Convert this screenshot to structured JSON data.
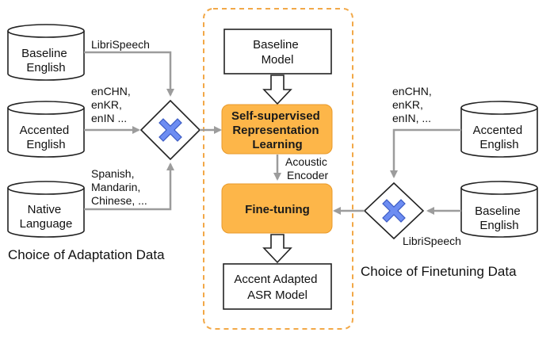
{
  "adaptation": {
    "db_baseline": [
      "Baseline",
      "English"
    ],
    "db_accented": [
      "Accented",
      "English"
    ],
    "db_native": [
      "Native",
      "Language"
    ],
    "note_baseline": [
      "LibriSpeech"
    ],
    "note_accented": [
      "enCHN,",
      "enKR,",
      "enIN ..."
    ],
    "note_native": [
      "Spanish,",
      "Mandarin,",
      "Chinese, ..."
    ],
    "caption": "Choice of Adaptation Data"
  },
  "pipeline": {
    "baseline_model": [
      "Baseline",
      "Model"
    ],
    "ssl": [
      "Self-supervised",
      "Representation",
      "Learning"
    ],
    "encoder_label": [
      "Acoustic",
      "Encoder"
    ],
    "finetuning": [
      "Fine-tuning"
    ],
    "output_model": [
      "Accent Adapted",
      "ASR Model"
    ]
  },
  "finetuning": {
    "note_accented": [
      "enCHN,",
      "enKR,",
      "enIN, ..."
    ],
    "db_accented": [
      "Accented",
      "English"
    ],
    "db_baseline": [
      "Baseline",
      "English"
    ],
    "note_baseline": [
      "LibriSpeech"
    ],
    "caption": "Choice of Finetuning Data"
  },
  "colors": {
    "orange_fill": "#FDB649",
    "orange_stroke": "#E89A2B",
    "dashed_border": "#F2A847",
    "diamond_x": "#6D8DF2",
    "arrow_gray": "#9C9C9C"
  }
}
